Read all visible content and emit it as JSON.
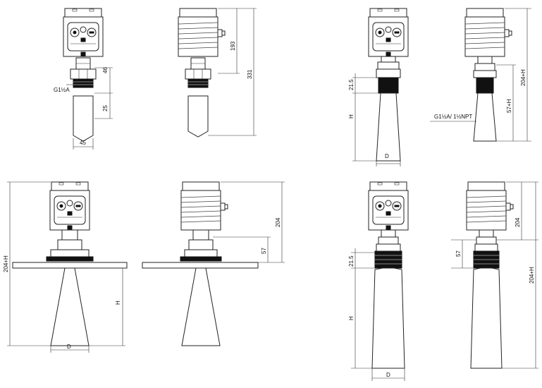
{
  "labels": {
    "top_left_a": {
      "thread": "G1½A",
      "d1": "46",
      "d2": "25",
      "width": "45"
    },
    "top_left_b": {
      "d1": "193",
      "d2": "331"
    },
    "top_right_a": {
      "d1": "21.5",
      "d2": "H",
      "width": "D"
    },
    "top_right_b": {
      "thread": "G1½A/ 1½NPT",
      "d1": "204+H",
      "d2": "57+H"
    },
    "bottom_left_a": {
      "d1": "204+H",
      "d2": "H",
      "width": "D"
    },
    "bottom_left_b": {
      "d1": "204",
      "d2": "57"
    },
    "bottom_right_a": {
      "d1": "21.5",
      "d2": "H",
      "width": "D"
    },
    "bottom_right_b": {
      "d1": "204",
      "d2": "57",
      "d3": "204+H"
    }
  },
  "colors": {
    "line": "#222222",
    "background": "#ffffff"
  }
}
